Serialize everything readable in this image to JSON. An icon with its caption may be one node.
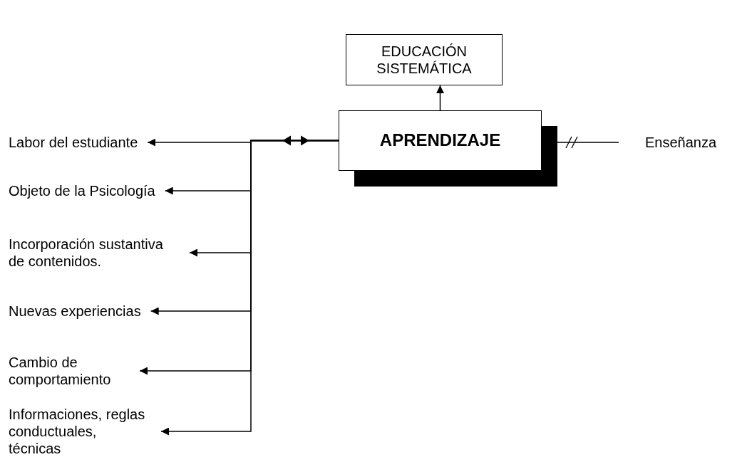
{
  "diagram": {
    "nodes": [
      {
        "text": [
          "EDUCACIÓN SISTEMÁTICA"
        ]
      },
      {
        "text": [
          "APRENDIZAJE"
        ]
      },
      {
        "text": [
          "Labor del estudiante"
        ]
      },
      {
        "text": [
          "Objeto de la Psicología"
        ]
      },
      {
        "text": [
          "Incorporación sustantiva de contenidos."
        ]
      },
      {
        "text": [
          "Nuevas experiencias"
        ]
      },
      {
        "text": [
          "Cambio de comportamiento"
        ]
      },
      {
        "text": [
          "Informaciones, reglas conductuales, técnicas"
        ]
      },
      {
        "text": [
          "Enseñanza"
        ]
      }
    ],
    "edges": [
      {
        "from": 1,
        "to": 0,
        "arrow": "to"
      },
      {
        "from": 1,
        "to": 8,
        "arrow": "none"
      },
      {
        "from": 1,
        "to": 2,
        "arrow": "to"
      },
      {
        "from": 1,
        "to": 3,
        "arrow": "to"
      },
      {
        "from": 1,
        "to": 4,
        "arrow": "to"
      },
      {
        "from": 1,
        "to": 5,
        "arrow": "to"
      },
      {
        "from": 1,
        "to": 6,
        "arrow": "to"
      },
      {
        "from": 1,
        "to": 7,
        "arrow": "to"
      }
    ]
  }
}
